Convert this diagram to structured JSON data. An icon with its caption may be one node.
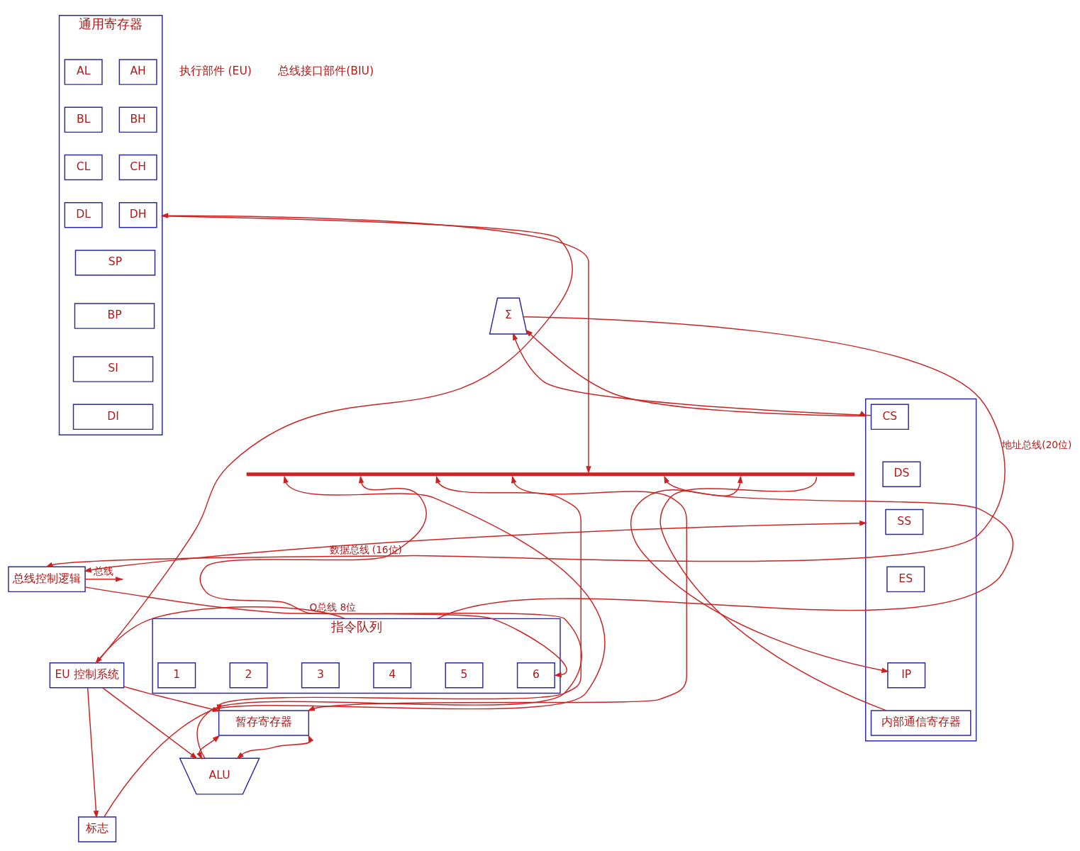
{
  "diagram": {
    "nodes": [
      {
        "text": [
          "通用寄存器"
        ]
      },
      {
        "text": [
          "AH"
        ],
        "in": 0
      },
      {
        "text": [
          "AL"
        ],
        "in": 0
      },
      {
        "text": [
          "BH"
        ],
        "in": 0
      },
      {
        "text": [
          "BL"
        ],
        "in": 0
      },
      {
        "text": [
          "CH"
        ],
        "in": 0
      },
      {
        "text": [
          "CL"
        ],
        "in": 0
      },
      {
        "text": [
          "DH"
        ],
        "in": 0
      },
      {
        "text": [
          "DL"
        ],
        "in": 0
      },
      {
        "text": [
          "SP"
        ],
        "in": 0
      },
      {
        "text": [
          "BP"
        ],
        "in": 0
      },
      {
        "text": [
          "SI"
        ],
        "in": 0
      },
      {
        "text": [
          "DI"
        ],
        "in": 0
      },
      {
        "text": [],
        "shape": "bar"
      },
      {
        "text": [
          "暂存寄存器"
        ]
      },
      {
        "text": [
          "ALU"
        ]
      },
      {
        "text": [
          "标志"
        ]
      },
      {
        "text": [
          "EU 控制系统"
        ]
      },
      {
        "text": [],
        "shape": "box"
      },
      {
        "text": [
          "CS"
        ],
        "in": 18
      },
      {
        "text": [
          "DS"
        ],
        "in": 18
      },
      {
        "text": [
          "SS"
        ],
        "in": 18
      },
      {
        "text": [
          "ES"
        ],
        "in": 18
      },
      {
        "text": [
          "IP"
        ],
        "in": 18
      },
      {
        "text": [
          "内部通信寄存器"
        ],
        "in": 18
      },
      {
        "text": [
          "Σ"
        ]
      },
      {
        "text": [
          "总线控制逻辑"
        ]
      },
      {
        "text": [
          "指令队列"
        ]
      },
      {
        "text": [
          "1"
        ],
        "in": 27
      },
      {
        "text": [
          "2"
        ],
        "in": 27
      },
      {
        "text": [
          "3"
        ],
        "in": 27
      },
      {
        "text": [
          "4"
        ],
        "in": 27
      },
      {
        "text": [
          "5"
        ],
        "in": 27
      },
      {
        "text": [
          "6"
        ],
        "in": 27
      }
    ],
    "edges": [
      {
        "from": 0,
        "to": 13,
        "arrow": "both"
      },
      {
        "from": 13,
        "to": 14,
        "arrow": "both"
      },
      {
        "from": 13,
        "to": 14,
        "arrow": "both"
      },
      {
        "from": 14,
        "to": 15,
        "arrow": "both"
      },
      {
        "from": 14,
        "to": 15,
        "arrow": "both"
      },
      {
        "from": 15,
        "to": 13,
        "arrow": "to"
      },
      {
        "from": 16,
        "to": 13,
        "arrow": "to"
      },
      {
        "from": 17,
        "to": 0,
        "arrow": "none"
      },
      {
        "from": 17,
        "to": 14,
        "arrow": "to"
      },
      {
        "from": 17,
        "to": 15,
        "arrow": "to"
      },
      {
        "from": 17,
        "to": 16,
        "arrow": "to"
      },
      {
        "from": 27,
        "to": 17,
        "arrow": "to",
        "label": "Q总线 8位"
      },
      {
        "from": 27,
        "to": 13,
        "arrow": "to"
      },
      {
        "from": 13,
        "to": 23,
        "arrow": "both"
      },
      {
        "from": 13,
        "to": 24,
        "arrow": "none"
      },
      {
        "from": 19,
        "to": 25,
        "arrow": "to"
      },
      {
        "from": 25,
        "to": 18,
        "arrow": "both"
      },
      {
        "from": 18,
        "to": 26,
        "arrow": "both",
        "label": "数据总线 (16位)"
      },
      {
        "from": 25,
        "to": 26,
        "arrow": "to",
        "label": "地址总线(20位)"
      },
      {
        "from": 26,
        "to": null,
        "arrow": "to",
        "label": "总线"
      },
      {
        "from": 26,
        "to": 33,
        "arrow": "to"
      }
    ],
    "labels": [
      "执行部件 (EU)",
      "总线接口部件(BIU)"
    ]
  }
}
